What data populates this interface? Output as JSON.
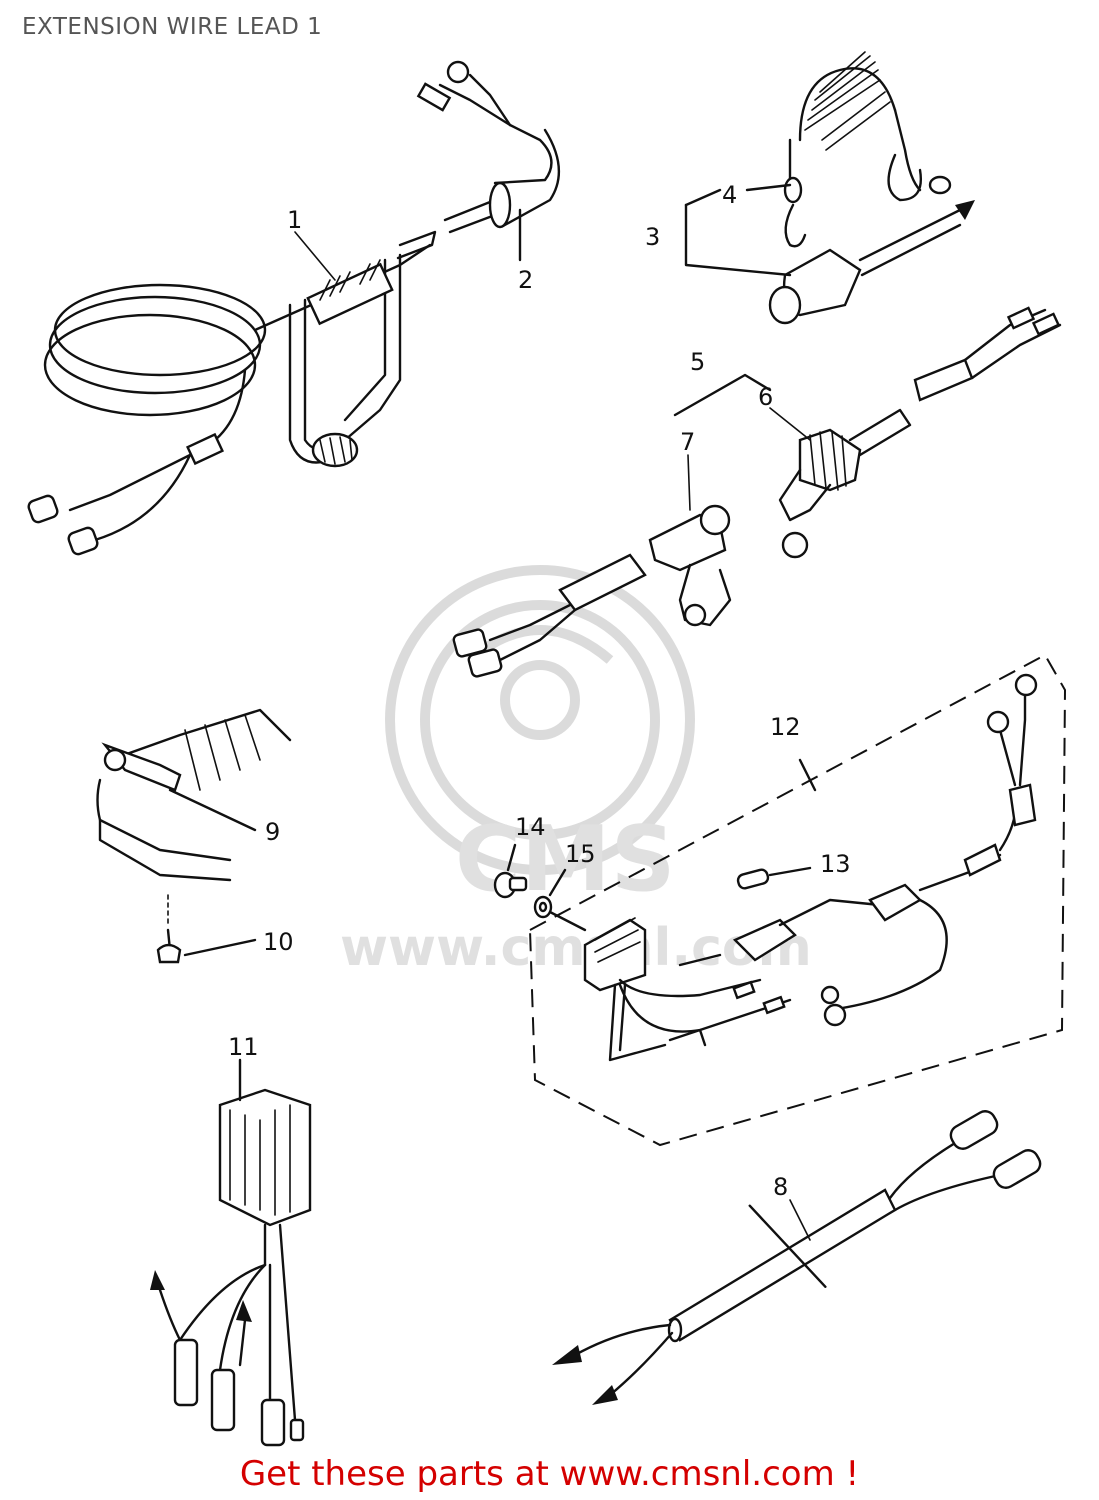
{
  "title": "EXTENSION WIRE LEAD 1",
  "footer": "Get these parts at www.cmsnl.com !",
  "watermark": {
    "logo_text": "CMS",
    "url_text": "www.cmsnl.com"
  },
  "part_labels": [
    "1",
    "2",
    "3",
    "4",
    "5",
    "6",
    "7",
    "8",
    "9",
    "10",
    "11",
    "12",
    "13",
    "14",
    "15"
  ],
  "colors": {
    "line": "#111111",
    "footer": "#d40000",
    "title": "#555555",
    "watermark": "#d8d8d8"
  }
}
